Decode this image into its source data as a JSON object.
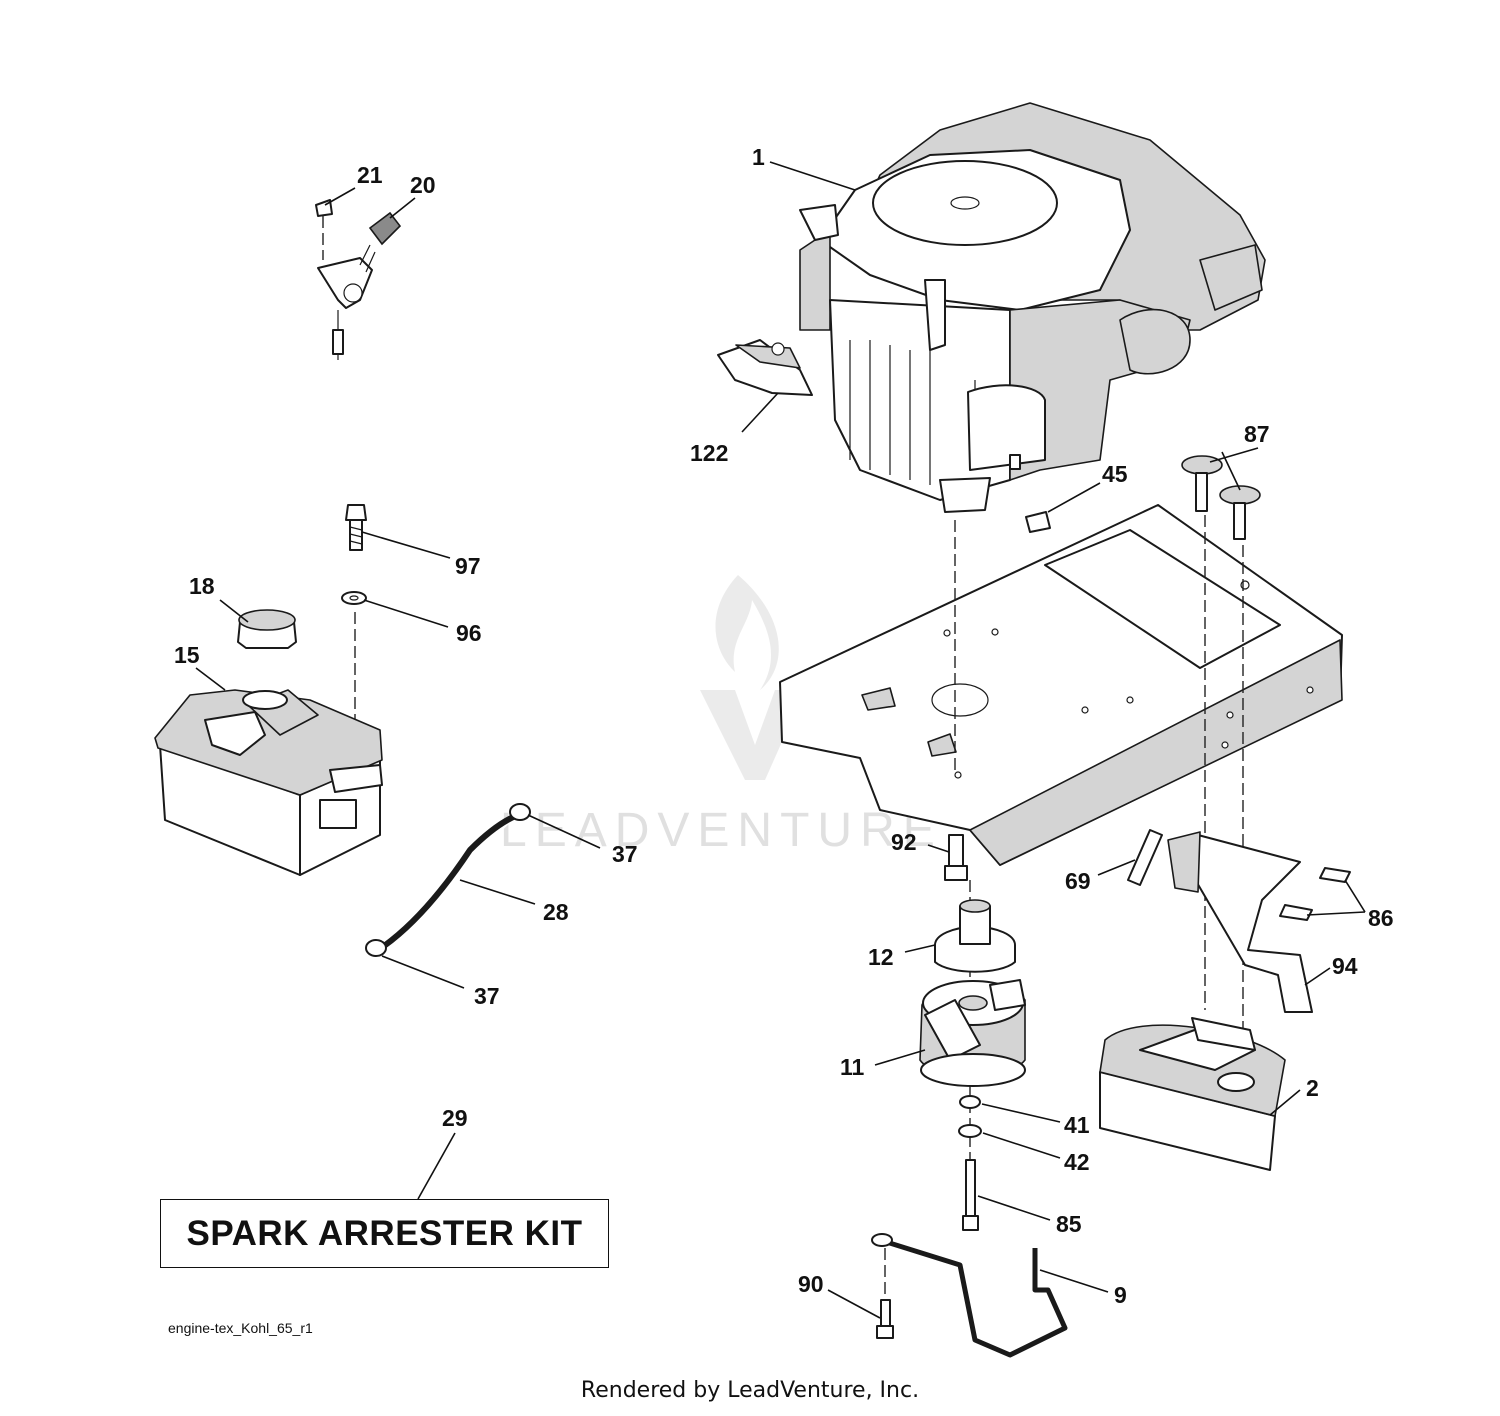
{
  "diagram": {
    "callouts": [
      {
        "id": "1"
      },
      {
        "id": "2"
      },
      {
        "id": "9"
      },
      {
        "id": "11"
      },
      {
        "id": "12"
      },
      {
        "id": "15"
      },
      {
        "id": "18"
      },
      {
        "id": "20"
      },
      {
        "id": "21"
      },
      {
        "id": "28"
      },
      {
        "id": "29"
      },
      {
        "id": "37"
      },
      {
        "id": "37"
      },
      {
        "id": "41"
      },
      {
        "id": "42"
      },
      {
        "id": "45"
      },
      {
        "id": "69"
      },
      {
        "id": "85"
      },
      {
        "id": "86"
      },
      {
        "id": "87"
      },
      {
        "id": "90"
      },
      {
        "id": "92"
      },
      {
        "id": "94"
      },
      {
        "id": "96"
      },
      {
        "id": "97"
      },
      {
        "id": "122"
      }
    ],
    "kit_label": "SPARK ARRESTER KIT",
    "file_id": "engine-tex_Kohl_65_r1",
    "watermark": "LEADVENTURE",
    "credit": "Rendered by LeadVenture, Inc."
  }
}
